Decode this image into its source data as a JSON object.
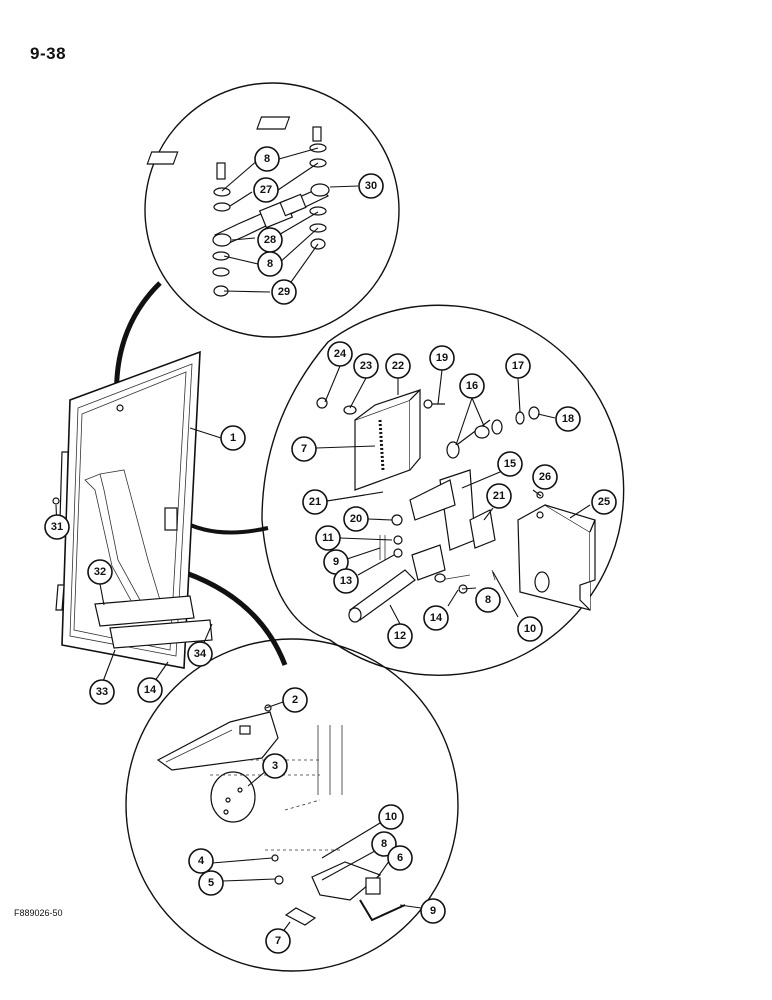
{
  "page_number": "9-38",
  "figure_code": "F889026-50",
  "callouts": {
    "top_detail": [
      "8",
      "27",
      "30",
      "28",
      "8",
      "29"
    ],
    "door": [
      "1",
      "31",
      "32",
      "33",
      "14",
      "34"
    ],
    "latch_detail": [
      "24",
      "23",
      "22",
      "19",
      "16",
      "17",
      "18",
      "7",
      "15",
      "21",
      "21",
      "26",
      "25",
      "20",
      "11",
      "9",
      "13",
      "14",
      "8",
      "12",
      "10"
    ],
    "handle_detail": [
      "2",
      "3",
      "10",
      "4",
      "5",
      "8",
      "6",
      "9",
      "7"
    ]
  }
}
